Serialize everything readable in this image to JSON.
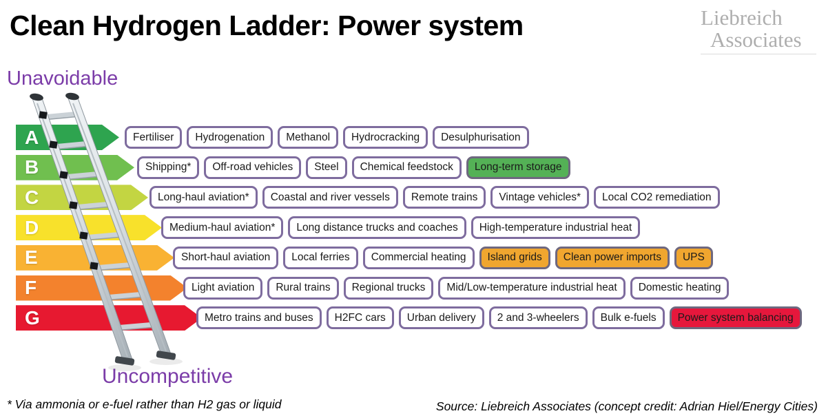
{
  "slide": {
    "title": "Clean Hydrogen Ladder: Power system",
    "logo": {
      "line1": "Liebreich",
      "line2": "Associates"
    },
    "scale_top_label": "Unavoidable",
    "scale_bottom_label": "Uncompetitive",
    "footnote": "* Via ammonia or e-fuel rather than H2 gas or liquid",
    "source": "Source: Liebreich Associates (concept credit: Adrian Hiel/Energy Cities)"
  },
  "colors": {
    "accent_purple": "#7B3CA8",
    "pill_border": "#7E6C9E",
    "highlight_pill_border": "#6E687F",
    "pill_text": "#1A1A1A",
    "logo_gray": "#AEAEAE",
    "highlight": {
      "green": "#54B156",
      "orange": "#F0A62F",
      "red": "#E6173C"
    }
  },
  "rows": [
    {
      "grade": "A",
      "arrow_color": "#2EA44F",
      "items": [
        {
          "label": "Fertiliser"
        },
        {
          "label": "Hydrogenation"
        },
        {
          "label": "Methanol"
        },
        {
          "label": "Hydrocracking"
        },
        {
          "label": "Desulphurisation"
        }
      ]
    },
    {
      "grade": "B",
      "arrow_color": "#70BF4F",
      "items": [
        {
          "label": "Shipping*"
        },
        {
          "label": "Off-road vehicles"
        },
        {
          "label": "Steel"
        },
        {
          "label": "Chemical feedstock"
        },
        {
          "label": "Long-term storage",
          "highlight": "green"
        }
      ]
    },
    {
      "grade": "C",
      "arrow_color": "#C3D542",
      "items": [
        {
          "label": "Long-haul aviation*"
        },
        {
          "label": "Coastal and river vessels"
        },
        {
          "label": "Remote trains"
        },
        {
          "label": "Vintage vehicles*"
        },
        {
          "label": "Local CO2 remediation"
        }
      ]
    },
    {
      "grade": "D",
      "arrow_color": "#F8E12B",
      "items": [
        {
          "label": "Medium-haul aviation*"
        },
        {
          "label": "Long distance trucks and coaches"
        },
        {
          "label": "High-temperature industrial heat"
        }
      ]
    },
    {
      "grade": "E",
      "arrow_color": "#F9B233",
      "items": [
        {
          "label": "Short-haul aviation"
        },
        {
          "label": "Local ferries"
        },
        {
          "label": "Commercial heating"
        },
        {
          "label": "Island grids",
          "highlight": "orange"
        },
        {
          "label": "Clean power imports",
          "highlight": "orange"
        },
        {
          "label": "UPS",
          "highlight": "orange"
        }
      ]
    },
    {
      "grade": "F",
      "arrow_color": "#F3822D",
      "items": [
        {
          "label": "Light aviation"
        },
        {
          "label": "Rural trains"
        },
        {
          "label": "Regional trucks"
        },
        {
          "label": "Mid/Low-temperature industrial heat"
        },
        {
          "label": "Domestic heating"
        }
      ]
    },
    {
      "grade": "G",
      "arrow_color": "#E71930",
      "items": [
        {
          "label": "Metro trains and buses"
        },
        {
          "label": "H2FC cars"
        },
        {
          "label": "Urban delivery"
        },
        {
          "label": "2 and 3-wheelers"
        },
        {
          "label": "Bulk e-fuels"
        },
        {
          "label": "Power system balancing",
          "highlight": "red"
        }
      ]
    }
  ]
}
